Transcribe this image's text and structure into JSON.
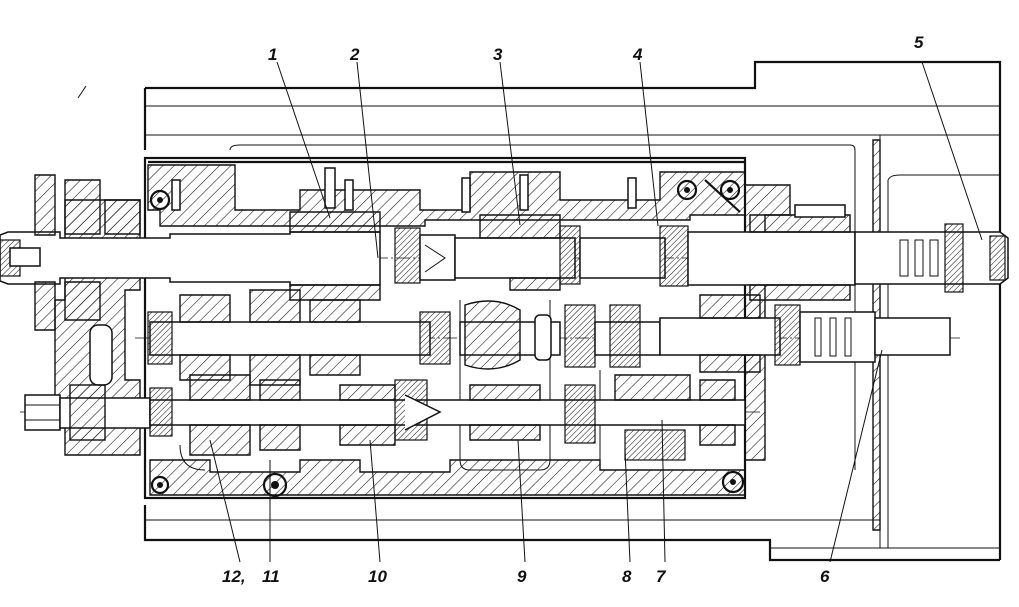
{
  "labels": {
    "l1": "1",
    "l2": "2",
    "l3": "3",
    "l4": "4",
    "l5": "5",
    "l6": "6",
    "l7": "7",
    "l8": "8",
    "l9": "9",
    "l10": "10",
    "l11": "11",
    "l12": "12,"
  },
  "colors": {
    "ink": "#111111",
    "paper": "#ffffff"
  }
}
